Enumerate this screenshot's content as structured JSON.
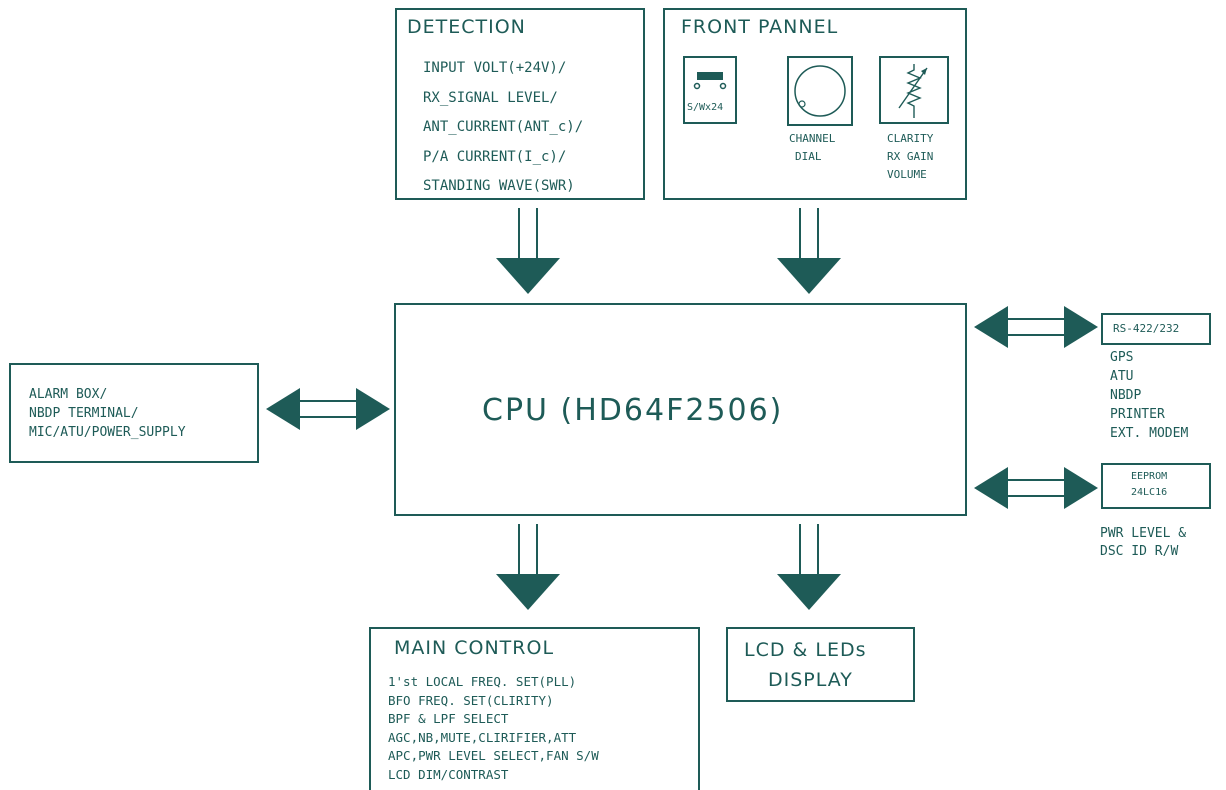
{
  "detection": {
    "title": "DETECTION",
    "items": [
      "INPUT VOLT(+24V)/",
      "RX_SIGNAL LEVEL/",
      "ANT_CURRENT(ANT_c)/",
      "P/A CURRENT(I_c)/",
      "STANDING WAVE(SWR)"
    ]
  },
  "front_panel": {
    "title": "FRONT PANNEL",
    "switch_label": "S/Wx24",
    "dial_label": [
      "CHANNEL",
      "DIAL"
    ],
    "pot_label": [
      "CLARITY",
      "RX GAIN",
      "VOLUME"
    ]
  },
  "cpu": {
    "label": "CPU (HD64F2506)"
  },
  "left_box": {
    "items": [
      "ALARM BOX/",
      "NBDP TERMINAL/",
      "MIC/ATU/POWER_SUPPLY"
    ]
  },
  "rs_box": {
    "label": "RS-422/232",
    "devices": [
      "GPS",
      "ATU",
      "NBDP",
      "PRINTER",
      "EXT. MODEM"
    ]
  },
  "eeprom_box": {
    "label_lines": [
      "EEPROM",
      "24LC16"
    ],
    "notes": [
      "PWR LEVEL &",
      "DSC ID R/W"
    ]
  },
  "main_control": {
    "title": "MAIN CONTROL",
    "items": [
      "1'st LOCAL FREQ. SET(PLL)",
      "BFO FREQ. SET(CLIRITY)",
      "BPF & LPF SELECT",
      "AGC,NB,MUTE,CLIRIFIER,ATT",
      "APC,PWR LEVEL SELECT,FAN S/W",
      "LCD DIM/CONTRAST"
    ]
  },
  "lcd_box": {
    "lines": [
      "LCD & LEDs",
      "DISPLAY"
    ]
  }
}
